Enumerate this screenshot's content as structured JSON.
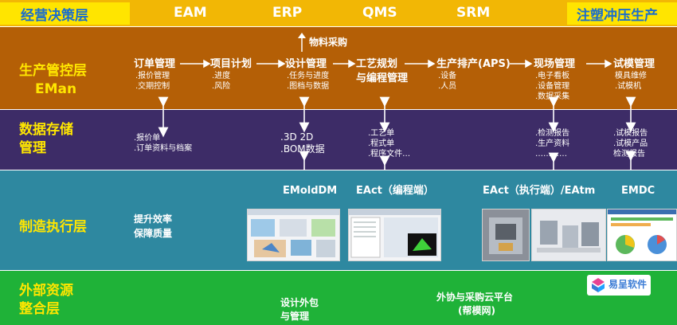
{
  "top": {
    "left_title": "经营决策层",
    "items": [
      "EAM",
      "ERP",
      "QMS",
      "SRM"
    ],
    "right_title": "注塑冲压生产"
  },
  "production": {
    "title_line1": "生产管控层",
    "title_line2": "EMan",
    "purchase": "物料采购",
    "steps": [
      {
        "title": "订单管理",
        "subs": [
          ".报价管理",
          ".交期控制"
        ]
      },
      {
        "title": "项目计划",
        "subs": [
          ".进度",
          ".风险"
        ]
      },
      {
        "title": "设计管理",
        "subs": [
          ".任务与进度",
          ".图档与数据"
        ]
      },
      {
        "title": "工艺规划",
        "title2": "与编程管理",
        "subs": []
      },
      {
        "title": "生产排产(APS)",
        "subs": [
          ".设备",
          ".人员"
        ]
      },
      {
        "title": "现场管理",
        "subs": [
          ".电子看板",
          ".设备管理",
          ".数据采集"
        ]
      },
      {
        "title": "试模管理",
        "subs": [
          "模具维修",
          ".试模机"
        ]
      }
    ]
  },
  "storage": {
    "title_line1": "数据存储",
    "title_line2": "管理",
    "groups": [
      [
        ".报价单",
        ".订单资料与档案"
      ],
      [
        ".3D    2D",
        ".BOM数据"
      ],
      [
        ".工艺单",
        ".程式单",
        ".程序文件…"
      ],
      [
        ".检测报告",
        ".生产资料",
        "…………"
      ],
      [
        ".试模报告",
        ".试模产品",
        "检测报告"
      ]
    ]
  },
  "execution": {
    "title": "制造执行层",
    "subtitle_line1": "提升效率",
    "subtitle_line2": "保障质量",
    "systems": [
      "EMoldDM",
      "EAct（编程端）",
      "EAct（执行端）/EAtm",
      "EMDC"
    ]
  },
  "external": {
    "title_line1": "外部资源",
    "title_line2": "整合层",
    "items": [
      {
        "line1": "设计外包",
        "line2": "与管理"
      },
      {
        "line1": "外协与采购云平台",
        "line2": "(帮模网)"
      }
    ],
    "logo_text": "易呈软件"
  },
  "colors": {
    "top": "#f2b705",
    "production": "#b45f06",
    "storage": "#3d2c67",
    "execution": "#2e88a0",
    "external": "#1fb238",
    "title_yellow": "#ffe600"
  }
}
